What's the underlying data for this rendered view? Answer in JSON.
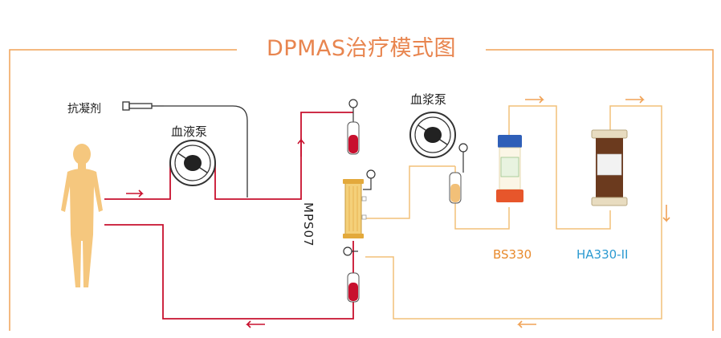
{
  "title": "DPMAS治疗模式图",
  "labels": {
    "anticoagulant": "抗凝剂",
    "blood_pump": "血液泵",
    "plasma_pump": "血浆泵",
    "mps": "MPS07",
    "bs": "BS330",
    "ha": "HA330-II"
  },
  "colors": {
    "frame": "#f0a256",
    "blood_line": "#c8102e",
    "plasma_line": "#f2c078",
    "bs_label": "#e88a2c",
    "ha_label": "#2b9ad1",
    "body": "#f5c77e"
  }
}
